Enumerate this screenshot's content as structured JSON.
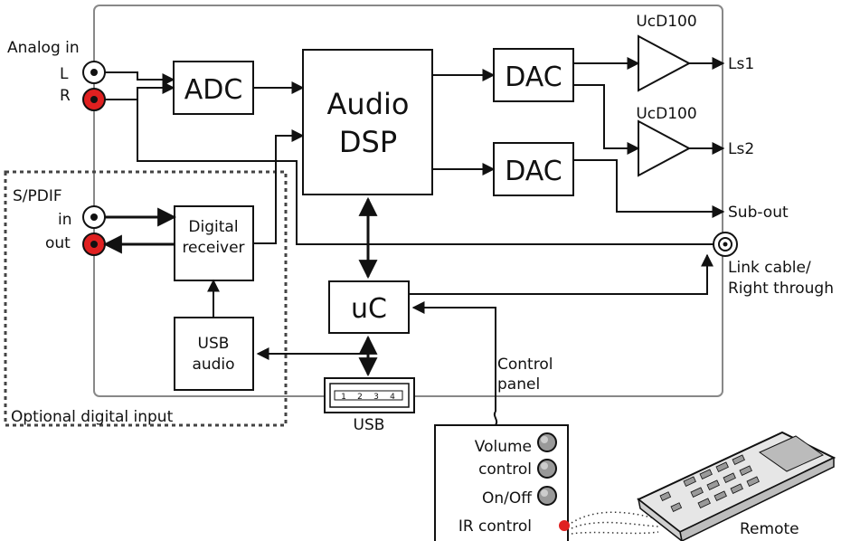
{
  "labels": {
    "analog_in": "Analog in",
    "left": "L",
    "right": "R",
    "spdif": "S/PDIF",
    "spdif_in": "in",
    "spdif_out": "out",
    "optional_digital_input": "Optional digital input",
    "usb": "USB",
    "control_panel_line1": "Control",
    "control_panel_line2": "panel",
    "link_cable_line1": "Link cable/",
    "link_cable_line2": "Right through",
    "ls1": "Ls1",
    "ls2": "Ls2",
    "sub_out": "Sub-out",
    "remote": "Remote"
  },
  "blocks": {
    "adc": "ADC",
    "audio_dsp_line1": "Audio",
    "audio_dsp_line2": "DSP",
    "dac1": "DAC",
    "dac2": "DAC",
    "digital_receiver_line1": "Digital",
    "digital_receiver_line2": "receiver",
    "usb_audio_line1": "USB",
    "usb_audio_line2": "audio",
    "uc": "uC",
    "amp1": "UcD100",
    "amp2": "UcD100",
    "usb_pins": [
      "1",
      "2",
      "3",
      "4"
    ]
  },
  "control_panel": {
    "volume_line1": "Volume",
    "volume_line2": "control",
    "on_off": "On/Off",
    "ir_control": "IR control"
  },
  "colors": {
    "red_connector": "#e02020",
    "ir_dot": "#e02020",
    "outline": "#888888",
    "line": "#111111"
  }
}
